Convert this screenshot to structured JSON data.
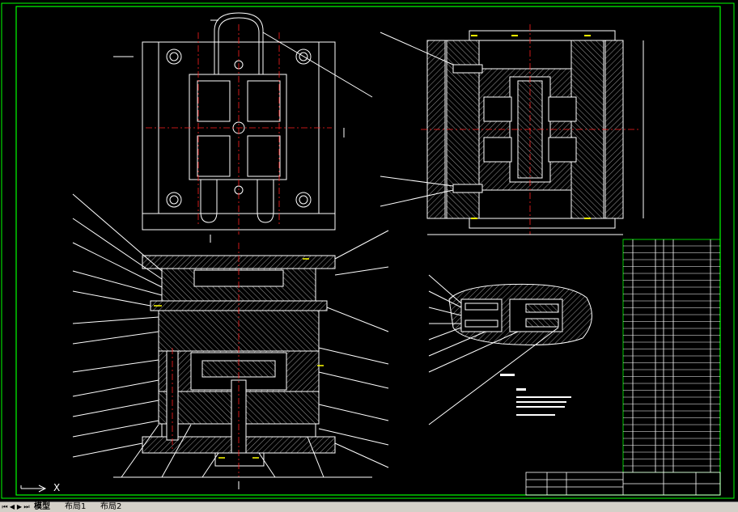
{
  "tabs": [
    {
      "label": "模型",
      "active": true
    },
    {
      "label": "布局1",
      "active": false
    },
    {
      "label": "布局2",
      "active": false
    }
  ],
  "ucs": {
    "x_label": "X"
  },
  "colors": {
    "background": "#000000",
    "frame": "#00ff00",
    "lines": "#ffffff",
    "centerline": "#ff2020",
    "hatch": "#bfbfbf",
    "highlight": "#ffff00"
  }
}
